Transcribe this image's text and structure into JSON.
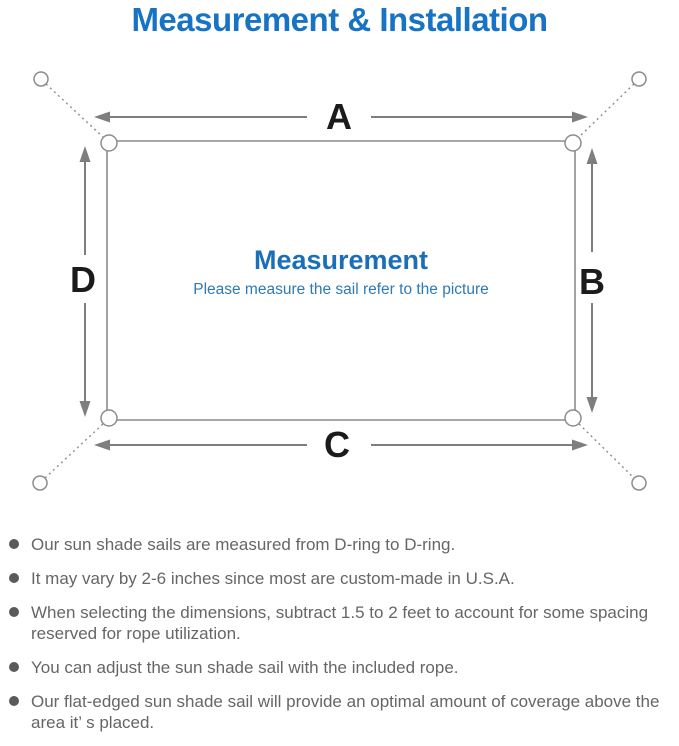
{
  "page": {
    "title": "Measurement & Installation"
  },
  "diagram": {
    "center_title": "Measurement",
    "center_subtitle": "Please measure the sail refer to the picture",
    "dimension_labels": {
      "top": "A",
      "right": "B",
      "bottom": "C",
      "left": "D"
    },
    "colors": {
      "accent_blue": "#1773c4",
      "center_heading_blue": "#1a6fb8",
      "center_subtitle_blue": "#2e7ab5",
      "line_gray": "#7e7e7e",
      "outline_gray": "#8c8c8c",
      "label_black": "#1b1b1b",
      "note_text_gray": "#666666"
    }
  },
  "notes": {
    "items": [
      "Our sun shade sails are measured from D-ring to D-ring.",
      "It may vary by 2-6 inches since most are custom-made in U.S.A.",
      "When selecting the dimensions, subtract 1.5 to 2 feet to account for some spacing reserved for rope utilization.",
      "You can adjust the sun shade sail with the included rope.",
      "Our flat-edged sun shade sail will provide an optimal amount of coverage above the area it’ s placed."
    ]
  }
}
